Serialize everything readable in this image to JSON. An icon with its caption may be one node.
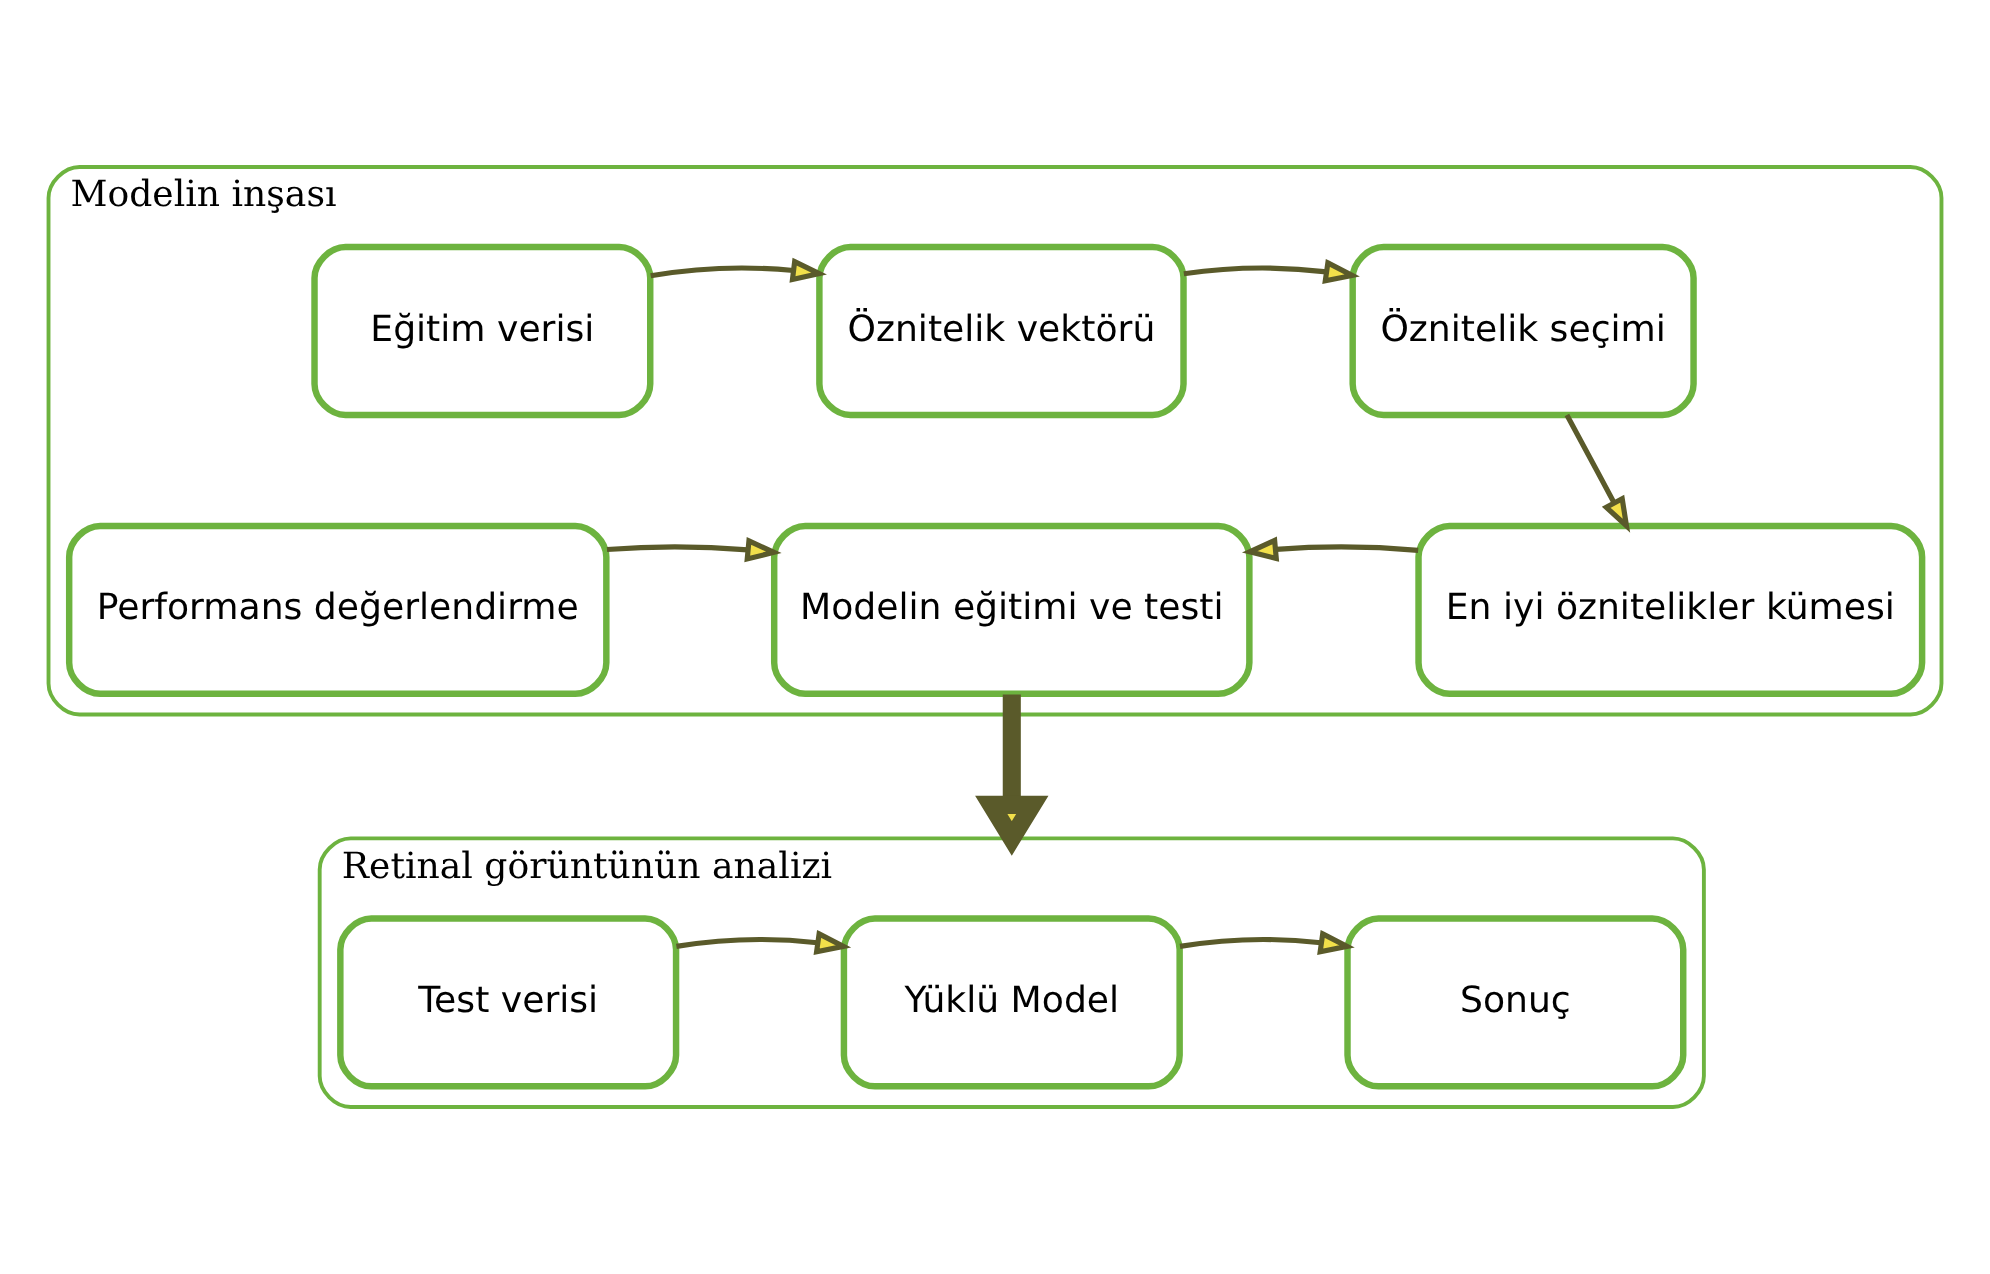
{
  "diagram": {
    "nodes": [
      {
        "text": [
          "Modelin inşası"
        ]
      },
      {
        "text": [
          "Eğitim verisi"
        ],
        "in": 0
      },
      {
        "text": [
          "Öznitelik vektörü"
        ],
        "in": 0
      },
      {
        "text": [
          "Öznitelik seçimi"
        ],
        "in": 0
      },
      {
        "text": [
          "Performans değerlendirme"
        ],
        "in": 0
      },
      {
        "text": [
          "Modelin eğitimi ve testi"
        ],
        "in": 0
      },
      {
        "text": [
          "En iyi öznitelikler kümesi"
        ],
        "in": 0
      },
      {
        "text": [
          "Retinal görüntünün analizi"
        ]
      },
      {
        "text": [
          "Test verisi"
        ],
        "in": 7
      },
      {
        "text": [
          "Yüklü Model"
        ],
        "in": 7
      },
      {
        "text": [
          "Sonuç"
        ],
        "in": 7
      }
    ],
    "edges": [
      {
        "from": 1,
        "to": 2,
        "arrow": "to"
      },
      {
        "from": 2,
        "to": 3,
        "arrow": "to"
      },
      {
        "from": 3,
        "to": 6,
        "arrow": "to"
      },
      {
        "from": 6,
        "to": 5,
        "arrow": "to"
      },
      {
        "from": 4,
        "to": 5,
        "arrow": "to"
      },
      {
        "from": 5,
        "to": 7,
        "arrow": "to",
        "style": "thick"
      },
      {
        "from": 8,
        "to": 9,
        "arrow": "to"
      },
      {
        "from": 9,
        "to": 10,
        "arrow": "to"
      }
    ]
  }
}
